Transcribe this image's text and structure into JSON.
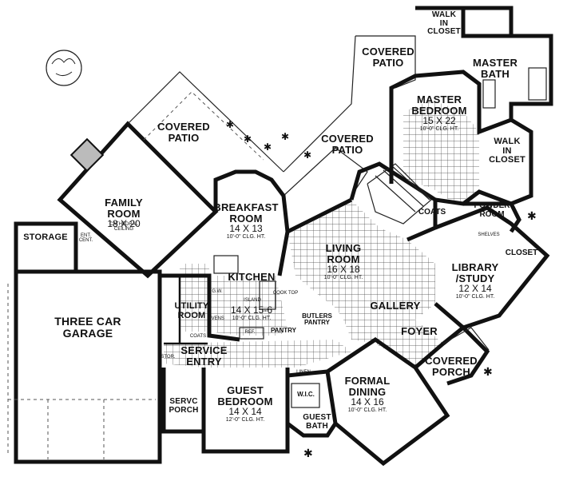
{
  "rooms": {
    "walk_in_closet_top": {
      "name": "WALK\nIN\nCLOSET"
    },
    "covered_patio_right": {
      "name": "COVERED\nPATIO"
    },
    "master_bath": {
      "name": "MASTER\nBATH"
    },
    "master_bedroom": {
      "name": "MASTER\nBEDROOM",
      "dim": "15 X 22",
      "ht": "10'-0\" CLG. HT."
    },
    "covered_patio_left": {
      "name": "COVERED\nPATIO"
    },
    "covered_patio_center": {
      "name": "COVERED\nPATIO"
    },
    "walk_in_closet_side": {
      "name": "WALK\nIN\nCLOSET"
    },
    "family_room": {
      "name": "FAMILY\nROOM",
      "dim": "18 X 20",
      "ht": "CATHEDRAL\nCEILING",
      "ent": "ENT.\nCENT."
    },
    "breakfast_room": {
      "name": "BREAKFAST\nROOM",
      "dim": "14 X 13",
      "ht": "10'-0\" CLG. HT."
    },
    "coats_upper": {
      "name": "COATS"
    },
    "powder_room": {
      "name": "POWDER\nROOM"
    },
    "storage": {
      "name": "STORAGE"
    },
    "living_room": {
      "name": "LIVING\nROOM",
      "dim": "16 X 18",
      "ht": "10'-0\" CLG. HT."
    },
    "shelves": {
      "name": "SHELVES"
    },
    "closet": {
      "name": "CLOSET"
    },
    "library_study": {
      "name": "LIBRARY\n/STUDY",
      "dim": "12 X 14",
      "ht": "10'-0\" CLG. HT."
    },
    "kitchen": {
      "name": "KITCHEN",
      "dim": "14 X 15-6",
      "ht": "10'-0\" CLG. HT.",
      "island": "ISLAND",
      "cook": "COOK TOP",
      "gw": "G.W."
    },
    "utility_room": {
      "name": "UTILITY\nROOM",
      "ovens": "OVENS"
    },
    "three_car_garage": {
      "name": "THREE CAR\nGARAGE"
    },
    "gallery": {
      "name": "GALLERY"
    },
    "pantry": {
      "name": "PANTRY",
      "ref": "REF."
    },
    "butlers_pantry": {
      "name": "BUTLERS\nPANTRY"
    },
    "coats_lower": {
      "name": "COATS"
    },
    "foyer": {
      "name": "FOYER"
    },
    "service_entry": {
      "name": "SERVICE\nENTRY",
      "stor": "STOR."
    },
    "covered_porch": {
      "name": "COVERED\nPORCH"
    },
    "linen": {
      "name": "LINEN"
    },
    "formal_dining": {
      "name": "FORMAL\nDINING",
      "dim": "14 X 16",
      "ht": "10'-0\" CLG. HT."
    },
    "guest_bedroom": {
      "name": "GUEST\nBEDROOM",
      "dim": "14 X 14",
      "ht": "12'-0\" CLG. HT."
    },
    "wic": {
      "name": "W.I.C."
    },
    "servc_porch": {
      "name": "SERVC\nPORCH"
    },
    "guest_bath": {
      "name": "GUEST\nBATH"
    }
  }
}
